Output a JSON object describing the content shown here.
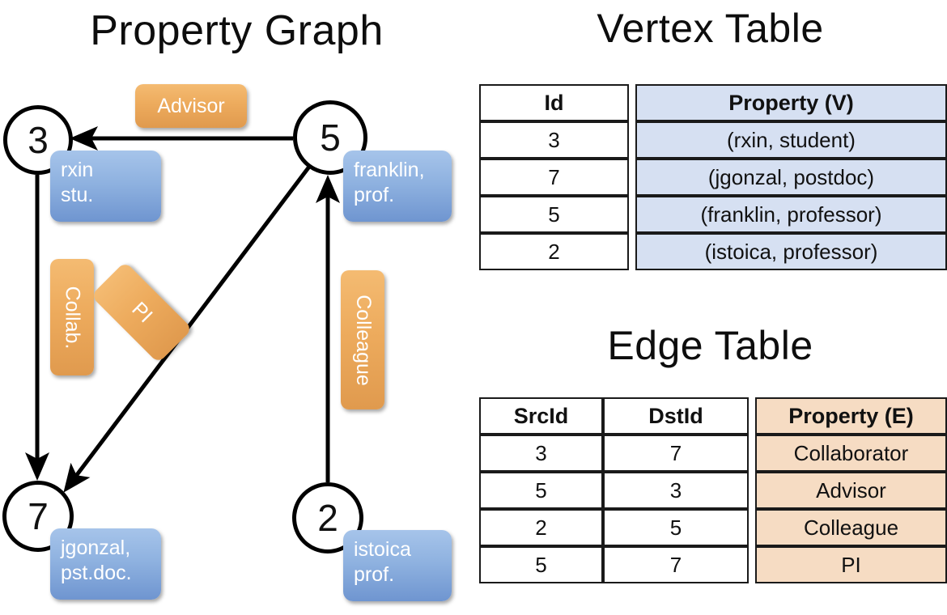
{
  "titles": {
    "property_graph": "Property Graph",
    "vertex_table": "Vertex Table",
    "edge_table": "Edge Table"
  },
  "graph": {
    "nodes": [
      {
        "id": "3",
        "label": "3",
        "property_line1": "rxin",
        "property_line2": "stu."
      },
      {
        "id": "5",
        "label": "5",
        "property_line1": "franklin,",
        "property_line2": "prof."
      },
      {
        "id": "7",
        "label": "7",
        "property_line1": "jgonzal,",
        "property_line2": "pst.doc."
      },
      {
        "id": "2",
        "label": "2",
        "property_line1": "istoica",
        "property_line2": "prof."
      }
    ],
    "edge_labels": [
      {
        "name": "advisor",
        "text": "Advisor"
      },
      {
        "name": "collab",
        "text": "Collab."
      },
      {
        "name": "pi",
        "text": "PI"
      },
      {
        "name": "colleague",
        "text": "Colleague"
      }
    ],
    "edges": [
      {
        "from": "5",
        "to": "3",
        "label": "Advisor"
      },
      {
        "from": "3",
        "to": "7",
        "label": "Collab."
      },
      {
        "from": "5",
        "to": "7",
        "label": "PI"
      },
      {
        "from": "2",
        "to": "5",
        "label": "Colleague"
      }
    ]
  },
  "vertex_table": {
    "headers": [
      "Id",
      "Property (V)"
    ],
    "rows": [
      {
        "id": "3",
        "property": "(rxin, student)"
      },
      {
        "id": "7",
        "property": "(jgonzal, postdoc)"
      },
      {
        "id": "5",
        "property": "(franklin, professor)"
      },
      {
        "id": "2",
        "property": "(istoica, professor)"
      }
    ]
  },
  "edge_table": {
    "headers": [
      "SrcId",
      "DstId",
      "Property (E)"
    ],
    "rows": [
      {
        "src": "3",
        "dst": "7",
        "property": "Collaborator"
      },
      {
        "src": "5",
        "dst": "3",
        "property": "Advisor"
      },
      {
        "src": "2",
        "dst": "5",
        "property": "Colleague"
      },
      {
        "src": "5",
        "dst": "7",
        "property": "PI"
      }
    ]
  },
  "colors": {
    "vertex_box": "#8fb2e0",
    "edge_box": "#edab5d",
    "vertex_table_fill": "#d6e0f2",
    "edge_table_fill": "#f6dcc3",
    "stroke": "#000000"
  }
}
